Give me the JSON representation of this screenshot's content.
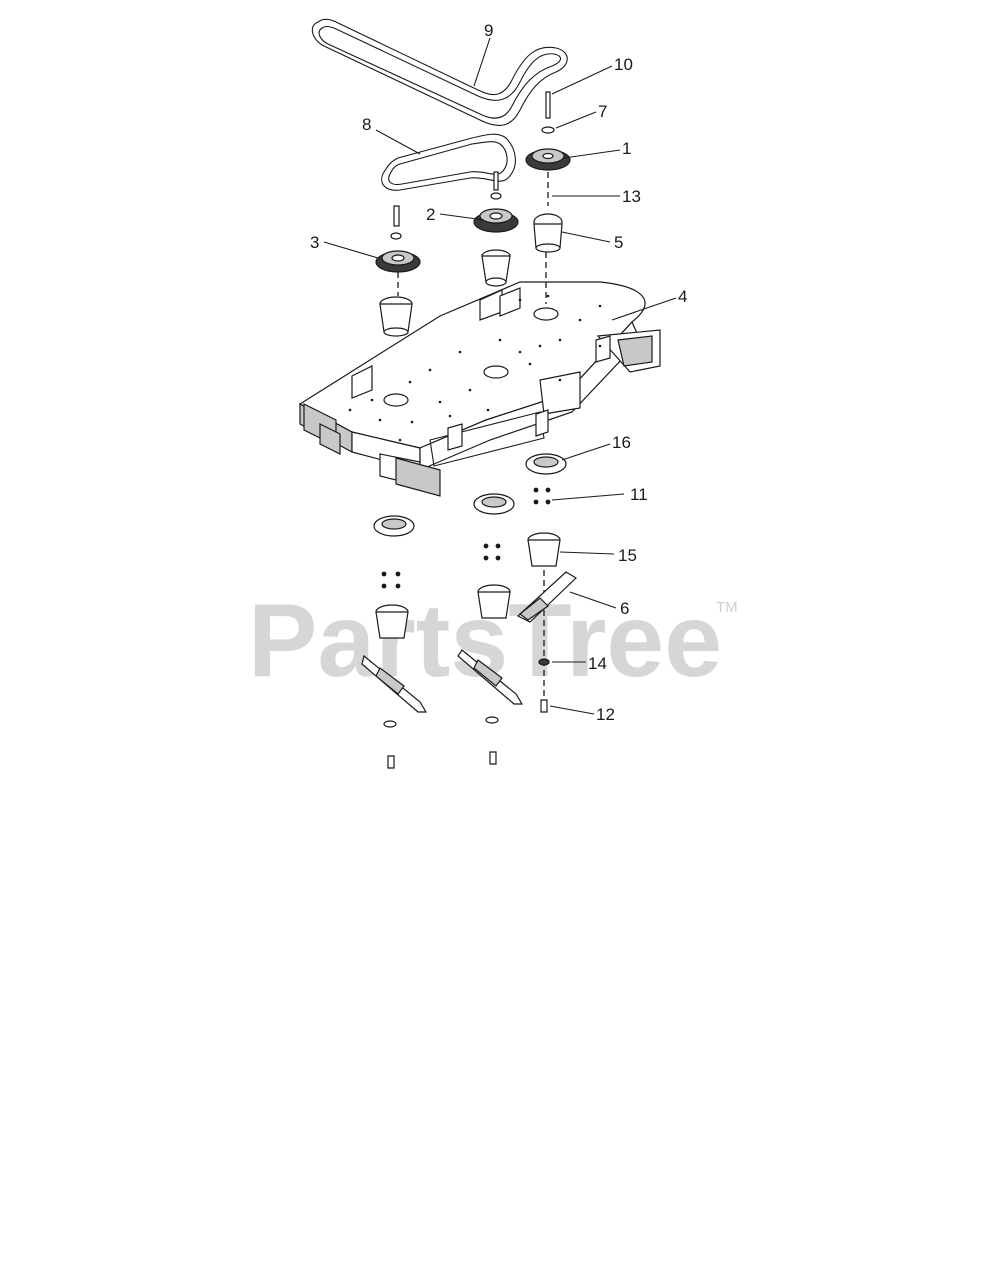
{
  "watermark": {
    "text": "PartsTree",
    "trademark": "TM"
  },
  "callouts": [
    "9",
    "10",
    "7",
    "8",
    "1",
    "13",
    "2",
    "3",
    "5",
    "4",
    "16",
    "11",
    "15",
    "6",
    "14",
    "12"
  ]
}
